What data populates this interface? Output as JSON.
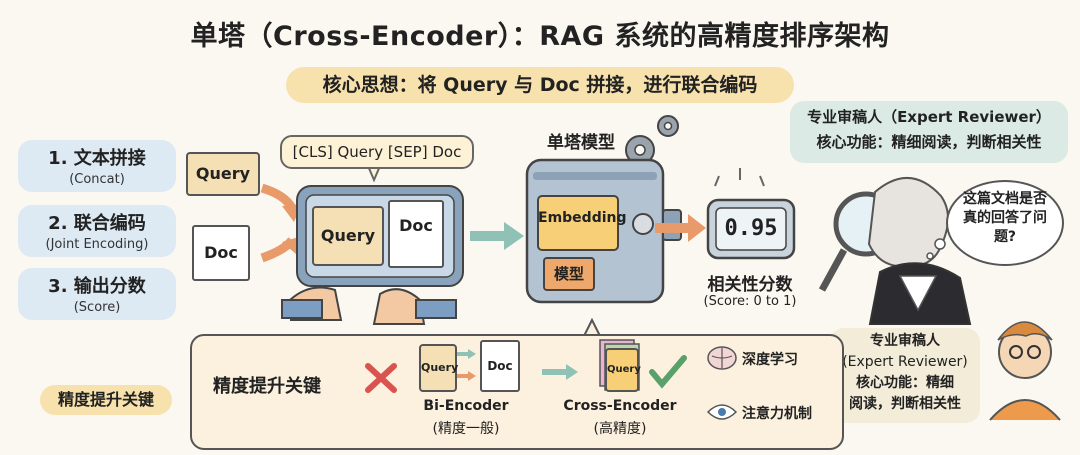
{
  "title": "单塔（Cross-Encoder）：RAG 系统的高精度排序架构",
  "subtitle": "核心思想：将 Query 与 Doc 拼接，进行联合编码",
  "steps": [
    {
      "main": "1. 文本拼接",
      "sub": "(Concat)"
    },
    {
      "main": "2. 联合编码",
      "sub": "(Joint Encoding)"
    },
    {
      "main": "3. 输出分数",
      "sub": "(Score)"
    }
  ],
  "inputs": {
    "query": "Query",
    "doc": "Doc"
  },
  "concat_bubble": "[CLS] Query [SEP] Doc",
  "joined": {
    "query": "Query",
    "doc": "Doc"
  },
  "model": {
    "title": "单塔模型",
    "embedding": "Embedding",
    "label": "模型"
  },
  "score": {
    "value": "0.95",
    "label": "相关性分数",
    "range": "(Score: 0 to 1)"
  },
  "expert_top": {
    "line1": "专业审稿人（Expert Reviewer）",
    "line2": "核心功能：精细阅读，判断相关性"
  },
  "thought_bubble": "这篇文档是否真的回答了问题?",
  "expert_bottom": {
    "line1": "专业审稿人",
    "line2": "(Expert Reviewer)",
    "line3": "核心功能：精细",
    "line4": "阅读，判断相关性"
  },
  "bottom": {
    "key_label": "精度提升关键",
    "heading": "精度提升关键",
    "bi_encoder": {
      "query": "Query",
      "doc": "Doc",
      "name": "Bi-Encoder",
      "note": "(精度一般)"
    },
    "cross_encoder": {
      "query": "Query",
      "name": "Cross-Encoder",
      "note": "(高精度)"
    },
    "features": [
      "深度学习",
      "注意力机制"
    ]
  },
  "colors": {
    "accent": "#f7e2ad",
    "card": "#f5dfb4",
    "arrow_orange": "#e89a6a",
    "arrow_teal": "#8fc1b6",
    "cross": "#d9534f",
    "check": "#5aa06b"
  }
}
